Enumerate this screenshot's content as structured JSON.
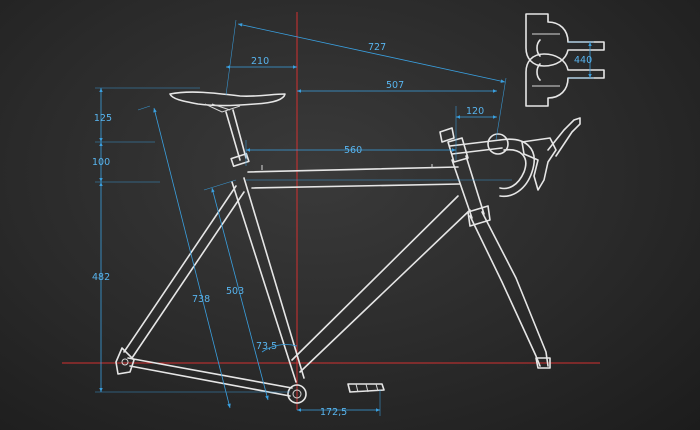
{
  "dimensions": {
    "top_tube_horizontal": "727",
    "setback": "210",
    "reach": "507",
    "stem": "120",
    "handlebar_width": "440",
    "saddle_height_offset": "125",
    "seat_post_segment": "100",
    "top_tube": "560",
    "bb_to_top": "482",
    "seat_tube_ctt": "738",
    "seat_tube_ctc": "503",
    "seat_angle": "73,5",
    "chainstay_offset": "172,5"
  },
  "colors": {
    "background": "#2a2a2a",
    "frame_line": "#e6e6e6",
    "dimension_line": "#3aa0e0",
    "reference_line": "#d23030"
  }
}
